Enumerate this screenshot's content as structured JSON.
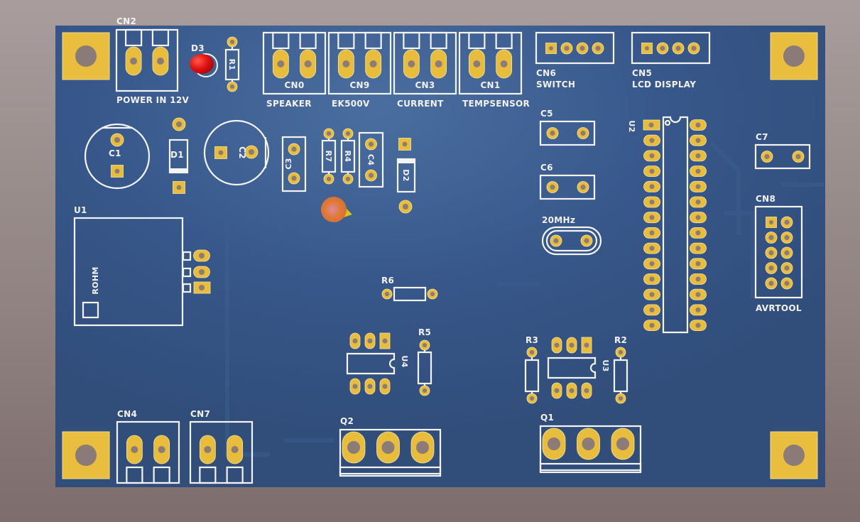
{
  "view": {
    "title": "PCB 3D top view",
    "colors": {
      "background": "#998b8a",
      "board": "#345380",
      "board_highlight": "#4a6e9f",
      "silkscreen": "#f4f4f4",
      "pad_gold": "#e8bd3c",
      "drill_hole": "#8d7b78",
      "led_red": "#e01010",
      "probe_orange": "#e07a3a"
    }
  },
  "board": {
    "mounting_holes": 4,
    "components": {
      "CN2": {
        "ref": "CN2",
        "label": "POWER IN 12V",
        "pins": 2
      },
      "D3": {
        "ref": "D3",
        "type": "LED",
        "color": "red"
      },
      "R1": {
        "ref": "R1",
        "type": "resistor"
      },
      "CN0": {
        "ref": "CN0",
        "label": "SPEAKER",
        "pins": 2
      },
      "CN9": {
        "ref": "CN9",
        "label": "EK500V",
        "pins": 2
      },
      "CN3": {
        "ref": "CN3",
        "label": "CURRENT",
        "pins": 2
      },
      "CN1": {
        "ref": "CN1",
        "label": "TEMPSENSOR",
        "pins": 2
      },
      "CN6": {
        "ref": "CN6",
        "label": "SWITCH",
        "pins": 4
      },
      "CN5": {
        "ref": "CN5",
        "label": "LCD DISPLAY",
        "pins": 4
      },
      "C1": {
        "ref": "C1",
        "type": "electrolytic capacitor"
      },
      "D1": {
        "ref": "D1",
        "type": "diode"
      },
      "C2": {
        "ref": "C2",
        "type": "electrolytic capacitor"
      },
      "C3": {
        "ref": "C3",
        "type": "capacitor"
      },
      "R7": {
        "ref": "R7",
        "type": "resistor"
      },
      "R4": {
        "ref": "R4",
        "type": "resistor"
      },
      "C4": {
        "ref": "C4",
        "type": "capacitor"
      },
      "D2": {
        "ref": "D2",
        "type": "diode"
      },
      "C5": {
        "ref": "C5",
        "type": "capacitor"
      },
      "C6": {
        "ref": "C6",
        "type": "capacitor"
      },
      "X1": {
        "ref": "20MHz",
        "type": "crystal"
      },
      "U2": {
        "ref": "U2",
        "type": "DIP-28",
        "pins_per_side": 14
      },
      "C7": {
        "ref": "C7",
        "type": "capacitor"
      },
      "CN8": {
        "ref": "CN8",
        "label": "AVRTOOL",
        "pins": 10
      },
      "U1": {
        "ref": "U1",
        "label": "ROHM",
        "pins": 3
      },
      "R6": {
        "ref": "R6",
        "type": "resistor"
      },
      "R5": {
        "ref": "R5",
        "type": "resistor"
      },
      "U4": {
        "ref": "U4",
        "type": "DIP-6"
      },
      "R3": {
        "ref": "R3",
        "type": "resistor"
      },
      "U3": {
        "ref": "U3",
        "type": "DIP-6"
      },
      "R2": {
        "ref": "R2",
        "type": "resistor"
      },
      "CN4": {
        "ref": "CN4",
        "pins": 2
      },
      "CN7": {
        "ref": "CN7",
        "pins": 2
      },
      "Q2": {
        "ref": "Q2",
        "type": "TO-220",
        "pins": 3
      },
      "Q1": {
        "ref": "Q1",
        "type": "TO-220",
        "pins": 3
      }
    }
  }
}
